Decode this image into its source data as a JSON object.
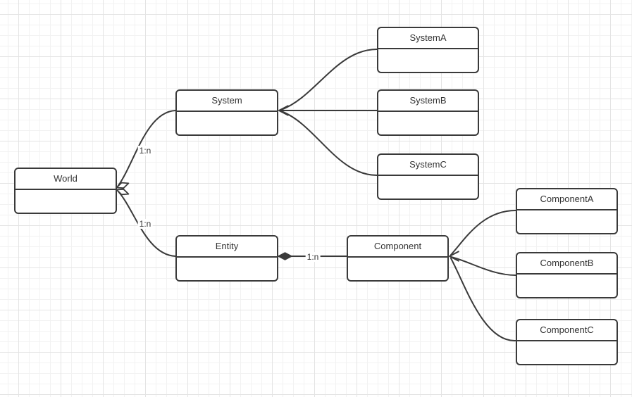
{
  "diagram": {
    "type": "uml-class-diagram",
    "nodes": [
      {
        "id": "world",
        "title": "World"
      },
      {
        "id": "system",
        "title": "System"
      },
      {
        "id": "systemA",
        "title": "SystemA"
      },
      {
        "id": "systemB",
        "title": "SystemB"
      },
      {
        "id": "systemC",
        "title": "SystemC"
      },
      {
        "id": "entity",
        "title": "Entity"
      },
      {
        "id": "component",
        "title": "Component"
      },
      {
        "id": "componentA",
        "title": "ComponentA"
      },
      {
        "id": "componentB",
        "title": "ComponentB"
      },
      {
        "id": "componentC",
        "title": "ComponentC"
      }
    ],
    "edges": [
      {
        "from": "World",
        "to": "System",
        "label": "1:n",
        "marker": "hollow-diamond-at-world"
      },
      {
        "from": "World",
        "to": "Entity",
        "label": "1:n",
        "marker": "hollow-diamond-at-world"
      },
      {
        "from": "Entity",
        "to": "Component",
        "label": "1:n",
        "marker": "filled-diamond-at-entity"
      },
      {
        "from": "SystemA",
        "to": "System",
        "label": "",
        "marker": "open-arrow-at-system"
      },
      {
        "from": "SystemB",
        "to": "System",
        "label": "",
        "marker": "open-arrow-at-system"
      },
      {
        "from": "SystemC",
        "to": "System",
        "label": "",
        "marker": "open-arrow-at-system"
      },
      {
        "from": "ComponentA",
        "to": "Component",
        "label": "",
        "marker": "open-arrow-at-component"
      },
      {
        "from": "ComponentB",
        "to": "Component",
        "label": "",
        "marker": "open-arrow-at-component"
      },
      {
        "from": "ComponentC",
        "to": "Component",
        "label": "",
        "marker": "open-arrow-at-component"
      }
    ],
    "colors": {
      "node_fill": "#ffffff",
      "stroke": "#3a3a3a",
      "text": "#333333",
      "canvas_bg": "#ffffff",
      "grid_minor": "#f2f2f2",
      "grid_major": "#e4e4e4"
    }
  }
}
